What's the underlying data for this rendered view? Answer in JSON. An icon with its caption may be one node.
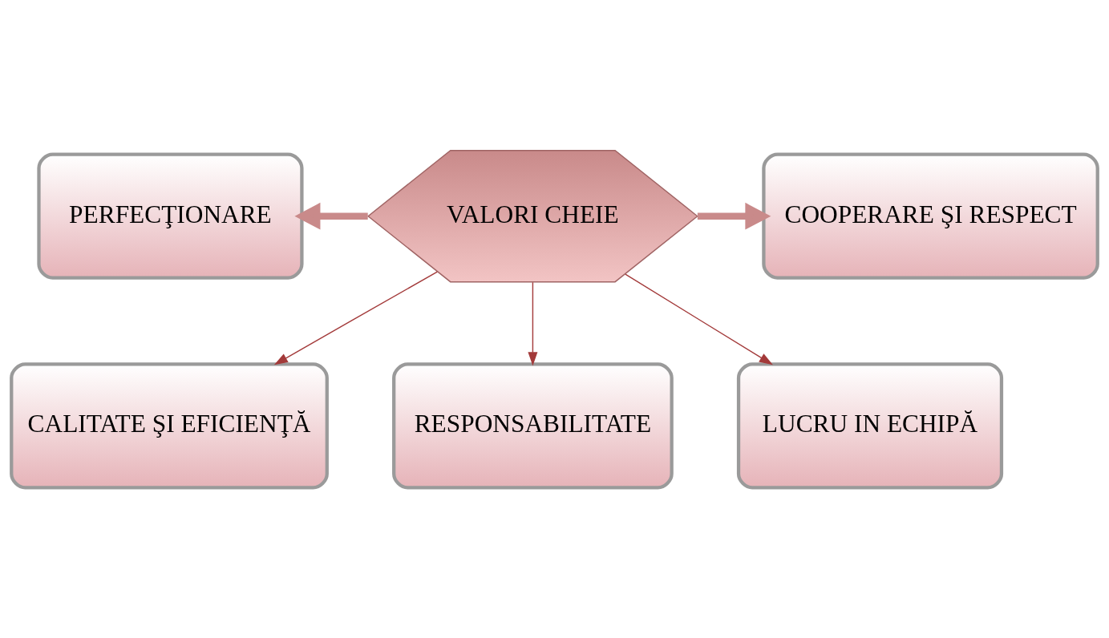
{
  "diagram": {
    "nodes": [
      {
        "text": [
          "VALORI CHEIE"
        ]
      },
      {
        "text": [
          "PERFECŢIONARE"
        ]
      },
      {
        "text": [
          "COOPERARE ŞI RESPECT"
        ]
      },
      {
        "text": [
          "CALITATE ŞI EFICIENŢĂ"
        ]
      },
      {
        "text": [
          "RESPONSABILITATE"
        ]
      },
      {
        "text": [
          "LUCRU IN ECHIPĂ"
        ]
      }
    ],
    "edges": [
      {
        "from": 0,
        "to": 1,
        "arrow": "to",
        "style": "thick",
        "color": "#c98a8a"
      },
      {
        "from": 0,
        "to": 2,
        "arrow": "to",
        "style": "thick",
        "color": "#c98a8a"
      },
      {
        "from": 0,
        "to": 3,
        "arrow": "to"
      },
      {
        "from": 0,
        "to": 4,
        "arrow": "to"
      },
      {
        "from": 0,
        "to": 5,
        "arrow": "to"
      }
    ]
  }
}
